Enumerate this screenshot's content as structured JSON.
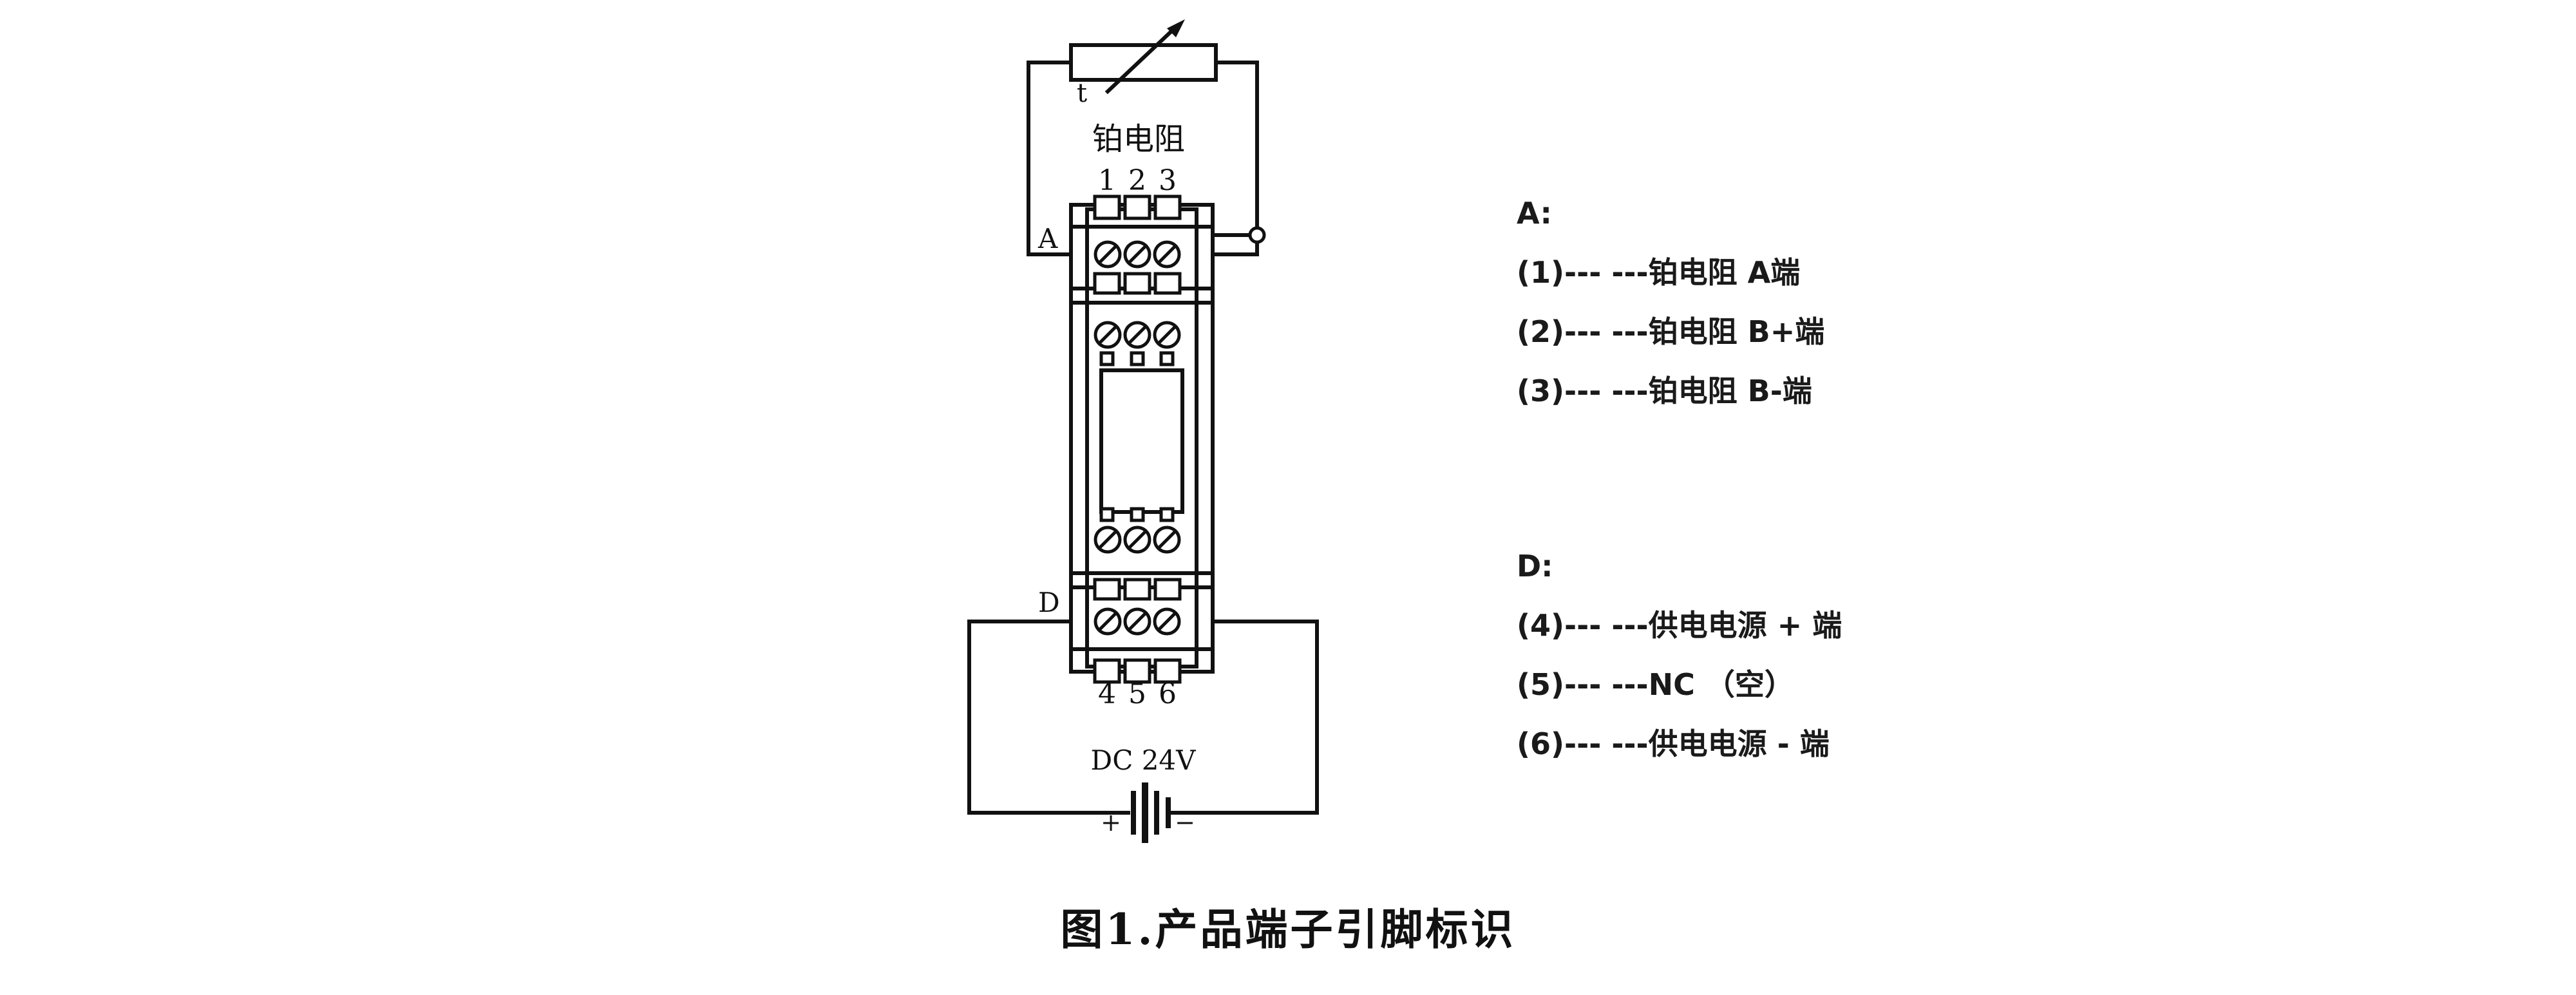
{
  "diagram": {
    "sensor_label": "铂电阻",
    "sensor_symbol": "t",
    "top_terminal_numbers": [
      "1",
      "2",
      "3"
    ],
    "bottom_terminal_numbers": [
      "4",
      "5",
      "6"
    ],
    "side_label_a": "A",
    "side_label_d": "D",
    "power_label": "DC 24V",
    "polarity_plus": "+",
    "polarity_minus": "−"
  },
  "legend": {
    "groups": [
      {
        "title": "A:",
        "items": [
          "(1)--- ---铂电阻 A端",
          "(2)--- ---铂电阻 B+端",
          "(3)--- ---铂电阻 B-端"
        ]
      },
      {
        "title": "D:",
        "items": [
          "(4)--- ---供电电源 + 端",
          "(5)--- ---NC （空）",
          "(6)--- ---供电电源 - 端"
        ]
      }
    ]
  },
  "caption": "图1.产品端子引脚标识"
}
